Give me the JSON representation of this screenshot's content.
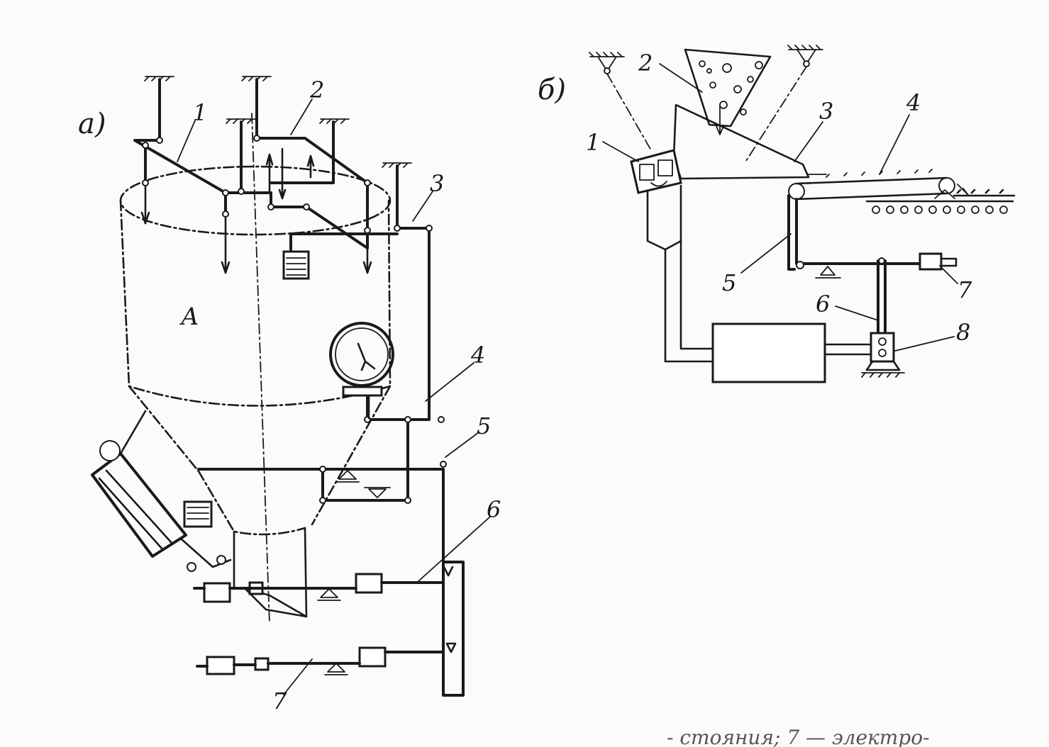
{
  "diagram_a": {
    "panel_label": "а)",
    "vessel_label": "А",
    "callouts": [
      "1",
      "2",
      "3",
      "4",
      "5",
      "6",
      "7"
    ]
  },
  "diagram_b": {
    "panel_label": "б)",
    "callouts": [
      "1",
      "2",
      "3",
      "4",
      "5",
      "6",
      "7",
      "8"
    ]
  },
  "footer_fragment": "- стояния; 7 — электро-",
  "colors": {
    "ink": "#1a1a1a",
    "paper": "#fbfbfa"
  }
}
